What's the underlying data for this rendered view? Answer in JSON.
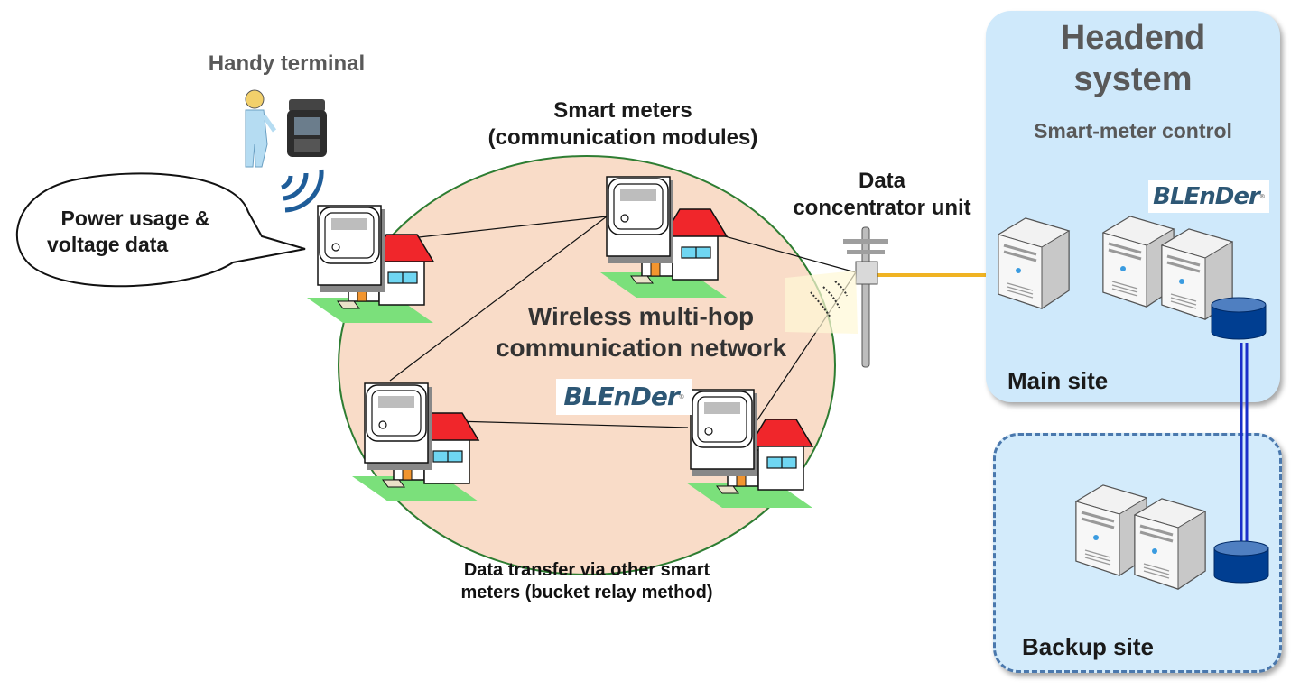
{
  "labels": {
    "handy_terminal": "Handy terminal",
    "speech_bubble_line1": "Power usage &",
    "speech_bubble_line2": "voltage data",
    "smart_meters_line1": "Smart meters",
    "smart_meters_line2": "(communication modules)",
    "network_line1": "Wireless multi-hop",
    "network_line2": "communication network",
    "data_concentrator_line1": "Data",
    "data_concentrator_line2": "concentrator unit",
    "relay_line1": "Data transfer via other smart",
    "relay_line2": "meters (bucket relay method)",
    "headend_line1": "Headend",
    "headend_line2": "system",
    "headend_subtitle": "Smart-meter control",
    "main_site": "Main site",
    "backup_site": "Backup site"
  },
  "logos": {
    "blender_text": "BLEnDer",
    "blender_mark": "®"
  },
  "colors": {
    "network_fill": "#f9dcc8",
    "network_outline": "#2e7d32",
    "roof": "#f0262b",
    "grass": "#7be07b",
    "window": "#6fd6f2",
    "door": "#f2952f",
    "wireless_arc": "#1f5d99",
    "fiber": "#f0b323",
    "storage": "#003e91",
    "storage_link": "#1a2fc9",
    "site_box": "#cfe9fb",
    "backup_border": "#4a78ad"
  }
}
